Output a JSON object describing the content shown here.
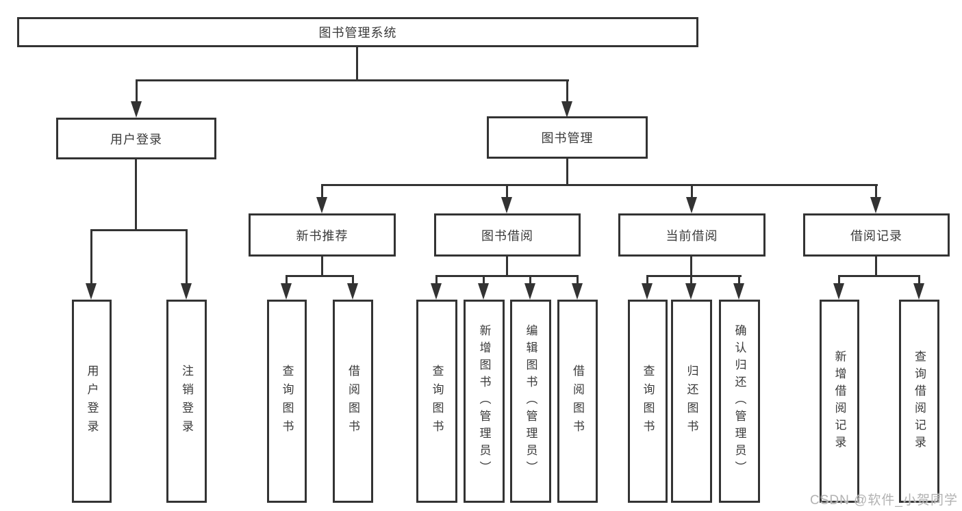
{
  "tree": {
    "label": "图书管理系统",
    "children": [
      {
        "label": "用户登录",
        "children": [
          {
            "label": "用户登录"
          },
          {
            "label": "注销登录"
          }
        ]
      },
      {
        "label": "图书管理",
        "children": [
          {
            "label": "新书推荐",
            "children": [
              {
                "label": "查询图书"
              },
              {
                "label": "借阅图书"
              }
            ]
          },
          {
            "label": "图书借阅",
            "children": [
              {
                "label": "查询图书"
              },
              {
                "label": "新增图书（管理员）"
              },
              {
                "label": "编辑图书（管理员）"
              },
              {
                "label": "借阅图书"
              }
            ]
          },
          {
            "label": "当前借阅",
            "children": [
              {
                "label": "查询图书"
              },
              {
                "label": "归还图书"
              },
              {
                "label": "确认归还（管理员）"
              }
            ]
          },
          {
            "label": "借阅记录",
            "children": [
              {
                "label": "新增借阅记录"
              },
              {
                "label": "查询借阅记录"
              }
            ]
          }
        ]
      }
    ]
  },
  "watermark": {
    "text": "CSDN @软件_小贺同学"
  },
  "colors": {
    "line": "#333333",
    "box_border": "#333333",
    "text": "#3a3a3a",
    "watermark": "#b2b2b2",
    "background": "#ffffff"
  }
}
